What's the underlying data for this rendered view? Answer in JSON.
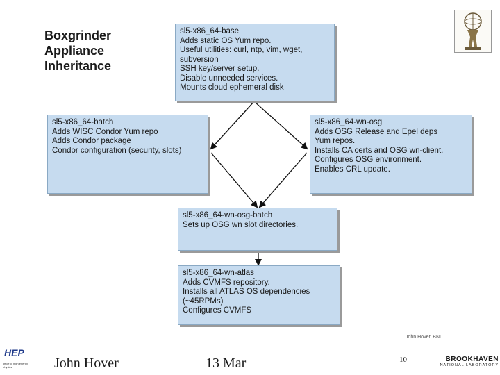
{
  "slide": {
    "title": "Boxgrinder\nAppliance\nInheritance",
    "credit": "John Hover, BNL",
    "footer_author": "John Hover",
    "footer_date": "13 Mar",
    "page_number": "10"
  },
  "boxes": {
    "base": {
      "lines": [
        "sl5-x86_64-base",
        "Adds static OS Yum repo.",
        "Useful utilities: curl, ntp, vim, wget,",
        "subversion",
        "SSH key/server setup.",
        "Disable unneeded services.",
        "Mounts cloud ephemeral disk"
      ]
    },
    "batch": {
      "lines": [
        "sl5-x86_64-batch",
        "Adds WISC Condor Yum repo",
        "Adds Condor package",
        "Condor configuration (security, slots)"
      ]
    },
    "wn_osg": {
      "lines": [
        "sl5-x86_64-wn-osg",
        "Adds OSG Release and Epel deps",
        "Yum repos.",
        "Installs CA certs and OSG wn-client.",
        "Configures OSG environment.",
        "Enables CRL update."
      ]
    },
    "wn_osg_batch": {
      "lines": [
        "sl5-x86_64-wn-osg-batch",
        "Sets up OSG wn slot directories."
      ]
    },
    "wn_atlas": {
      "lines": [
        "sl5-x86_64-wn-atlas",
        "Adds CVMFS repository.",
        "Installs all ATLAS OS dependencies",
        "(~45RPMs)",
        "Configures CVMFS"
      ]
    }
  },
  "logos": {
    "hep": {
      "word": "HEP",
      "sub": "office of high energy physics"
    },
    "bnl": {
      "top": "BROOKHAVEN",
      "bottom": "NATIONAL LABORATORY"
    }
  },
  "colors": {
    "box_fill": "#c6dbef",
    "box_border": "#8aa9c4",
    "arrow": "#111111"
  }
}
